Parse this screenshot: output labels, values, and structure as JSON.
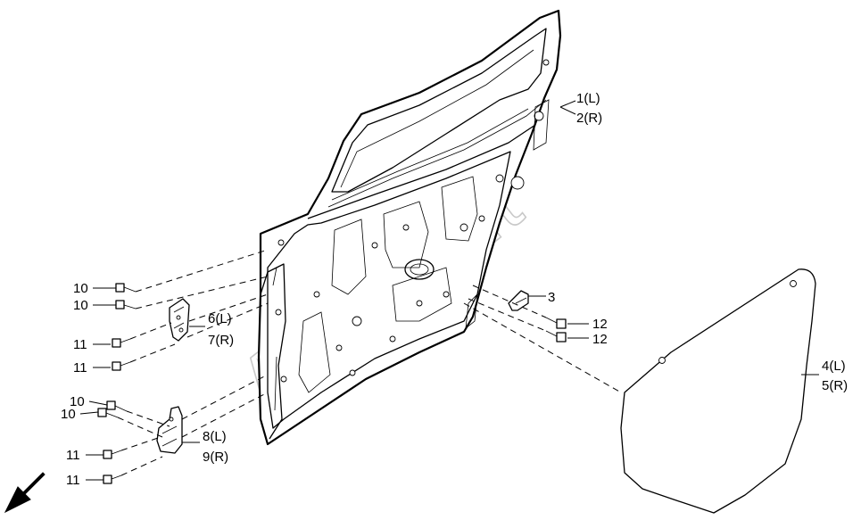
{
  "watermark": "AutoSoft",
  "callouts": {
    "door_left": "1(L)",
    "door_right": "2(R)",
    "bracket": "3",
    "seal_left": "4(L)",
    "seal_right": "5(R)",
    "upper_hinge_left": "6(L)",
    "upper_hinge_right": "7(R)",
    "lower_hinge_left": "8(L)",
    "lower_hinge_right": "9(R)",
    "bolt_10a": "10",
    "bolt_10b": "10",
    "bolt_10c": "10",
    "bolt_10d": "10",
    "bolt_11a": "11",
    "bolt_11b": "11",
    "bolt_11c": "11",
    "bolt_11d": "11",
    "bolt_12a": "12",
    "bolt_12b": "12"
  },
  "icons": {
    "direction_arrow": "front-direction-arrow-icon"
  }
}
